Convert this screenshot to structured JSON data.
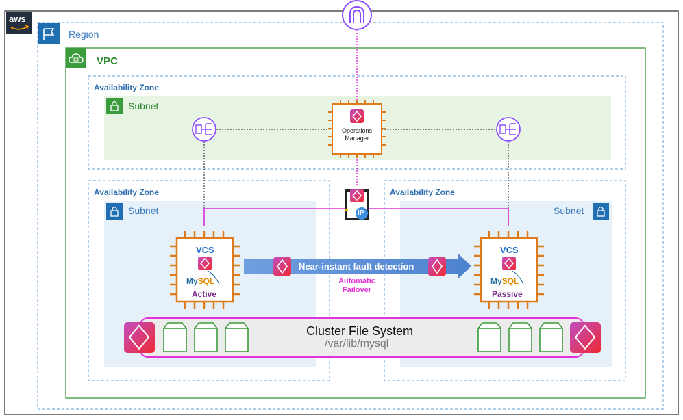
{
  "aws_logo": "aws",
  "region": {
    "label": "Region"
  },
  "vpc": {
    "label": "VPC"
  },
  "top_zone": {
    "label": "Availability Zone",
    "subnet_label": "Subnet"
  },
  "operations_manager": {
    "line1": "Operations",
    "line2": "Manager"
  },
  "virtual_ip": {
    "label": "IP"
  },
  "left_zone": {
    "label": "Availability Zone",
    "subnet_label": "Subnet",
    "node": {
      "title": "VCS",
      "db_my": "My",
      "db_sql": "SQL",
      "state": "Active"
    }
  },
  "right_zone": {
    "label": "Availability Zone",
    "subnet_label": "Subnet",
    "node": {
      "title": "VCS",
      "db_my": "My",
      "db_sql": "SQL",
      "state": "Passive"
    }
  },
  "fault_banner": {
    "label": "Near-instant fault detection"
  },
  "failover": {
    "line1": "Automatic",
    "line2": "Failover"
  },
  "cluster_fs": {
    "title": "Cluster File System",
    "path": "/var/lib/mysql"
  },
  "colors": {
    "aws_dark": "#232f3e",
    "region_blue": "#5a9bd5",
    "vpc_green": "#3c9b3c",
    "subnet_green_fill": "#e7f3e3",
    "subnet_blue_fill": "#e6f0f8",
    "ec2_orange": "#e07b1a",
    "elb_purple": "#8c4fff",
    "veritas_red": "#e5252f",
    "magenta_link": "#e233d8",
    "banner_blue": "#5b8fd6"
  }
}
